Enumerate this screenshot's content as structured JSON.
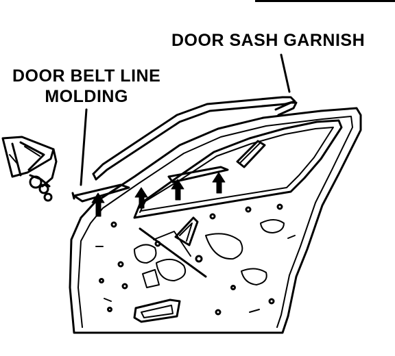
{
  "labels": {
    "door_sash_garnish": "DOOR SASH GARNISH",
    "door_belt_line_molding_line1": "DOOR BELT LINE",
    "door_belt_line_molding_line2": "MOLDING"
  },
  "colors": {
    "ink": "#000000",
    "paper": "#ffffff"
  }
}
